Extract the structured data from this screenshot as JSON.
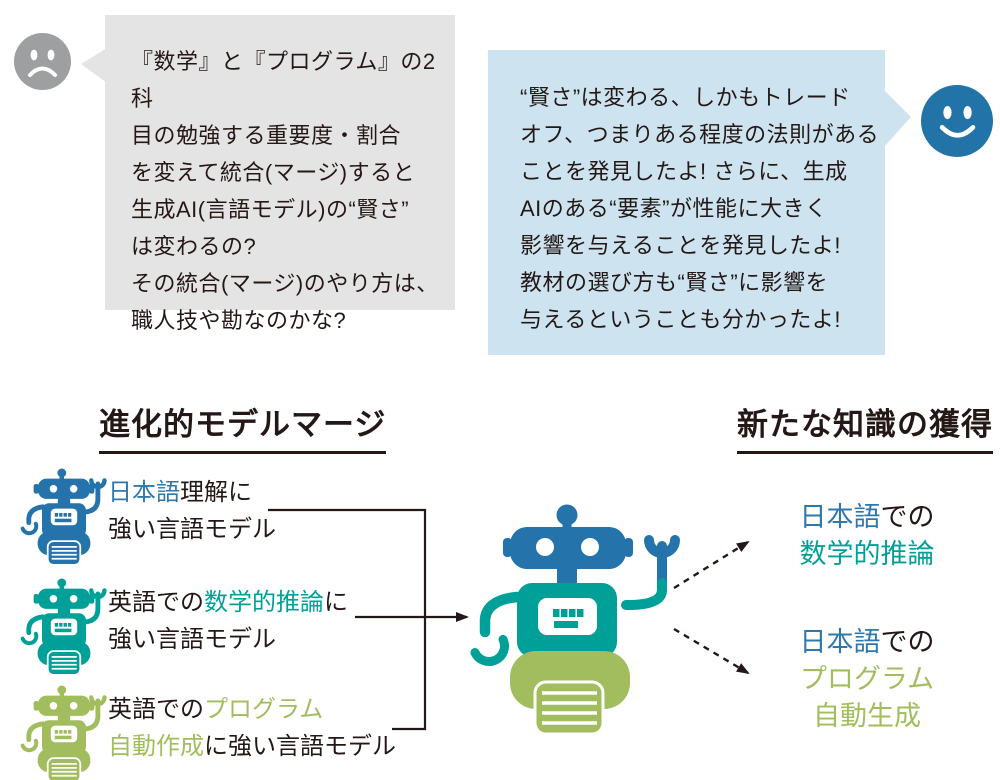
{
  "colors": {
    "dark": "#231815",
    "blue": "#2473aa",
    "teal": "#00a099",
    "green": "#a2bd5e",
    "text_blue": "#2e78ad",
    "gray_bubble_bg": "#e4e4e5",
    "blue_bubble_bg": "#cde4f0",
    "sad_face": "#9e9fa0",
    "happy_face": "#2173a8"
  },
  "icons": {
    "question_face": "sad-face-icon",
    "answer_face": "happy-face-icon",
    "input_robots": [
      "blue-robot-icon",
      "teal-robot-icon",
      "green-robot-icon"
    ],
    "merged_robot": "merged-robot-icon"
  },
  "speech": {
    "question": {
      "lines": [
        "『数学』と『プログラム』の2科",
        "目の勉強する重要度・割合",
        "を変えて統合(マージ)すると",
        "生成AI(言語モデル)の“賢さ”",
        "は変わるの?",
        "その統合(マージ)のやり方は、",
        "職人技や勘なのかな?"
      ]
    },
    "answer": {
      "lines": [
        "“賢さ”は変わる、しかもトレード",
        "オフ、つまりある程度の法則がある",
        "ことを発見したよ! さらに、生成",
        "AIのある“要素”が性能に大きく",
        "影響を与えることを発見したよ!",
        "教材の選び方も“賢さ”に影響を",
        "与えるということも分かったよ!"
      ]
    }
  },
  "diagram": {
    "left_heading": "進化的モデルマージ",
    "right_heading": "新たな知識の獲得",
    "models": [
      {
        "line1": [
          {
            "t": "日本語"
          },
          {
            "t": "理解に"
          }
        ],
        "line2": [
          {
            "t": "強い言語モデル"
          }
        ]
      },
      {
        "line1": [
          {
            "t": "英語での"
          },
          {
            "t": "数学的推論"
          },
          {
            "t": "に"
          }
        ],
        "line2": [
          {
            "t": "強い言語モデル"
          }
        ]
      },
      {
        "line1": [
          {
            "t": "英語での"
          },
          {
            "t": "プログラム"
          }
        ],
        "line2": [
          {
            "t": "自動作成"
          },
          {
            "t": "に強い言語モデル"
          }
        ]
      }
    ],
    "outputs": [
      {
        "line1": [
          {
            "t": "日本語"
          },
          {
            "t": "での"
          }
        ],
        "line2": [
          {
            "t": "数学的推論"
          }
        ]
      },
      {
        "line1": [
          {
            "t": "日本語"
          },
          {
            "t": "での"
          }
        ],
        "line2": [
          {
            "t": "プログラム"
          }
        ],
        "line3": [
          {
            "t": "自動生成"
          }
        ]
      }
    ]
  }
}
